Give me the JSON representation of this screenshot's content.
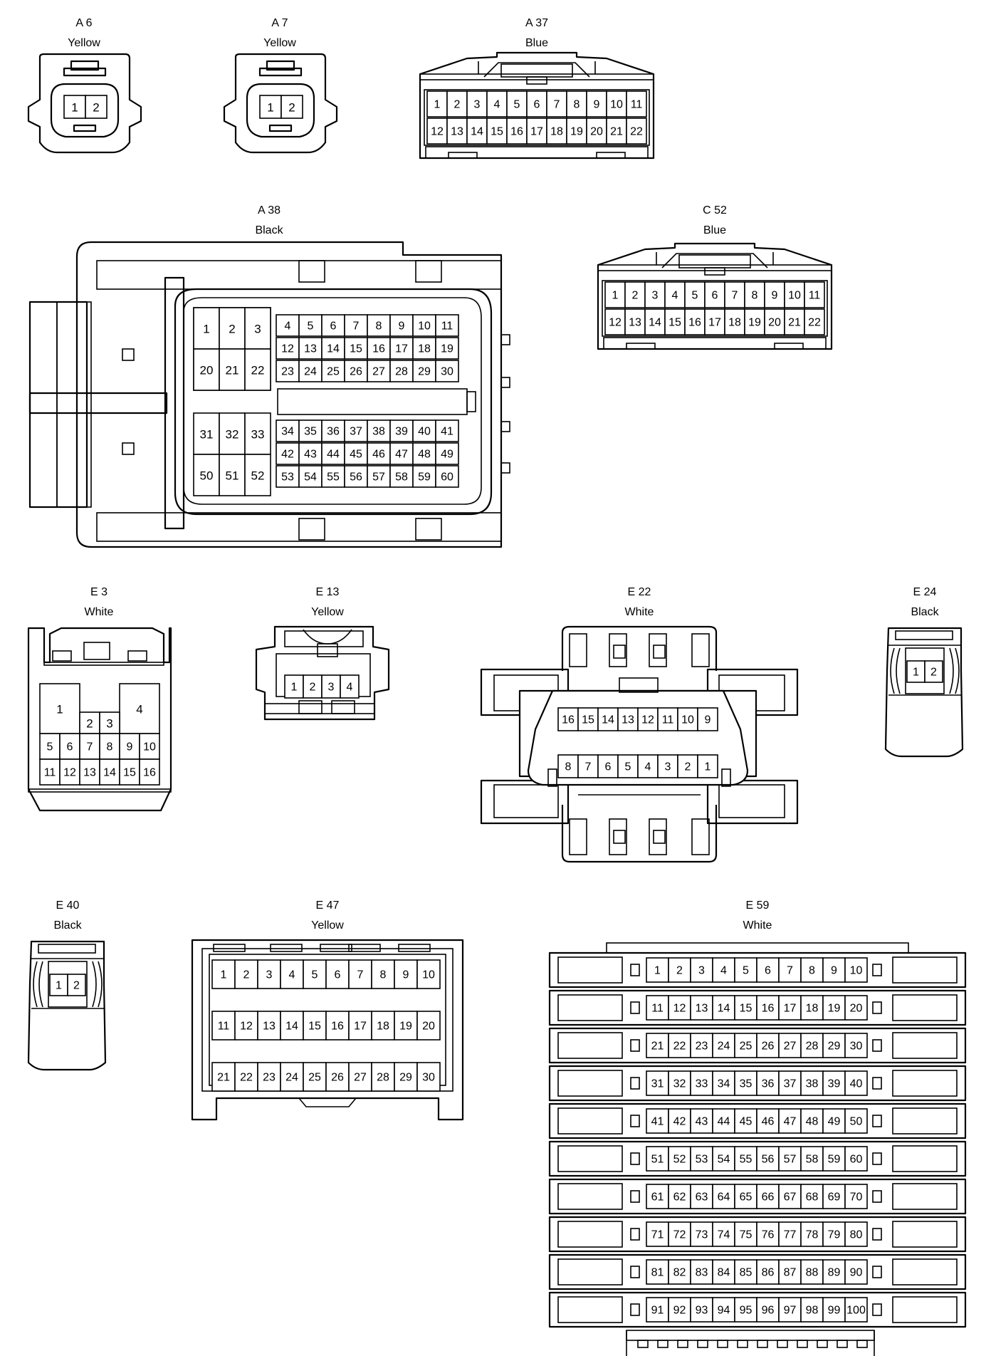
{
  "connectors": [
    {
      "id": "A 6",
      "color": "Yellow",
      "pins": [
        "1",
        "2"
      ]
    },
    {
      "id": "A 7",
      "color": "Yellow",
      "pins": [
        "1",
        "2"
      ]
    },
    {
      "id": "A 37",
      "color": "Blue",
      "pins": [
        "1",
        "2",
        "3",
        "4",
        "5",
        "6",
        "7",
        "8",
        "9",
        "10",
        "11",
        "12",
        "13",
        "14",
        "15",
        "16",
        "17",
        "18",
        "19",
        "20",
        "21",
        "22"
      ]
    },
    {
      "id": "A 38",
      "color": "Black",
      "pins": [
        "1",
        "2",
        "3",
        "20",
        "21",
        "22",
        "4",
        "5",
        "6",
        "7",
        "8",
        "9",
        "10",
        "11",
        "12",
        "13",
        "14",
        "15",
        "16",
        "17",
        "18",
        "19",
        "23",
        "24",
        "25",
        "26",
        "27",
        "28",
        "29",
        "30",
        "31",
        "32",
        "33",
        "50",
        "51",
        "52",
        "34",
        "35",
        "36",
        "37",
        "38",
        "39",
        "40",
        "41",
        "42",
        "43",
        "44",
        "45",
        "46",
        "47",
        "48",
        "49",
        "53",
        "54",
        "55",
        "56",
        "57",
        "58",
        "59",
        "60"
      ]
    },
    {
      "id": "C 52",
      "color": "Blue",
      "pins": [
        "1",
        "2",
        "3",
        "4",
        "5",
        "6",
        "7",
        "8",
        "9",
        "10",
        "11",
        "12",
        "13",
        "14",
        "15",
        "16",
        "17",
        "18",
        "19",
        "20",
        "21",
        "22"
      ]
    },
    {
      "id": "E 3",
      "color": "White",
      "pins": [
        "1",
        "4",
        "2",
        "3",
        "5",
        "6",
        "7",
        "8",
        "9",
        "10",
        "11",
        "12",
        "13",
        "14",
        "15",
        "16"
      ]
    },
    {
      "id": "E 13",
      "color": "Yellow",
      "pins": [
        "1",
        "2",
        "3",
        "4"
      ]
    },
    {
      "id": "E 22",
      "color": "White",
      "pins": [
        "16",
        "15",
        "14",
        "13",
        "12",
        "11",
        "10",
        "9",
        "8",
        "7",
        "6",
        "5",
        "4",
        "3",
        "2",
        "1"
      ]
    },
    {
      "id": "E 24",
      "color": "Black",
      "pins": [
        "1",
        "2"
      ]
    },
    {
      "id": "E 40",
      "color": "Black",
      "pins": [
        "1",
        "2"
      ]
    },
    {
      "id": "E 47",
      "color": "Yellow",
      "pins": [
        "1",
        "2",
        "3",
        "4",
        "5",
        "6",
        "7",
        "8",
        "9",
        "10",
        "11",
        "12",
        "13",
        "14",
        "15",
        "16",
        "17",
        "18",
        "19",
        "20",
        "21",
        "22",
        "23",
        "24",
        "25",
        "26",
        "27",
        "28",
        "29",
        "30"
      ]
    },
    {
      "id": "E 59",
      "color": "White",
      "pins": [
        "1",
        "2",
        "3",
        "4",
        "5",
        "6",
        "7",
        "8",
        "9",
        "10",
        "11",
        "12",
        "13",
        "14",
        "15",
        "16",
        "17",
        "18",
        "19",
        "20",
        "21",
        "22",
        "23",
        "24",
        "25",
        "26",
        "27",
        "28",
        "29",
        "30",
        "31",
        "32",
        "33",
        "34",
        "35",
        "36",
        "37",
        "38",
        "39",
        "40",
        "41",
        "42",
        "43",
        "44",
        "45",
        "46",
        "47",
        "48",
        "49",
        "50",
        "51",
        "52",
        "53",
        "54",
        "55",
        "56",
        "57",
        "58",
        "59",
        "60",
        "61",
        "62",
        "63",
        "64",
        "65",
        "66",
        "67",
        "68",
        "69",
        "70",
        "71",
        "72",
        "73",
        "74",
        "75",
        "76",
        "77",
        "78",
        "79",
        "80",
        "81",
        "82",
        "83",
        "84",
        "85",
        "86",
        "87",
        "88",
        "89",
        "90",
        "91",
        "92",
        "93",
        "94",
        "95",
        "96",
        "97",
        "98",
        "99",
        "100"
      ]
    }
  ]
}
